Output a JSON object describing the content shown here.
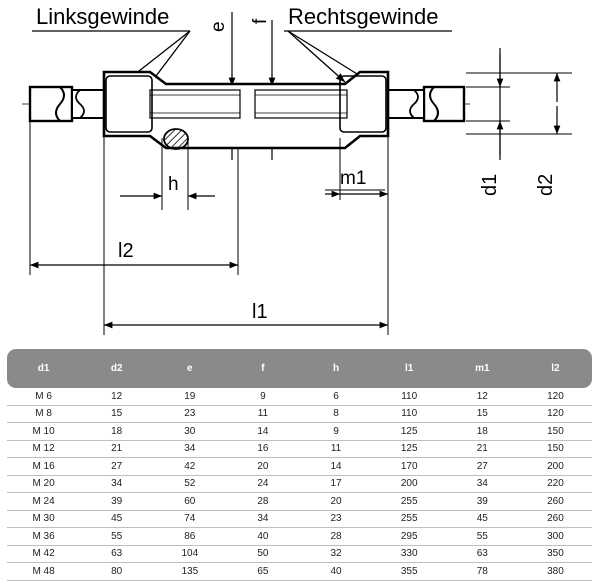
{
  "drawing": {
    "label_left_thread": "Linksgewinde",
    "label_right_thread": "Rechtsgewinde",
    "dim_e": "e",
    "dim_f": "f",
    "dim_h": "h",
    "dim_m1": "m1",
    "dim_l2": "l2",
    "dim_l1": "l1",
    "dim_d1": "d1",
    "dim_d2": "d2"
  },
  "table": {
    "headers": [
      "d1",
      "d2",
      "e",
      "f",
      "h",
      "l1",
      "m1",
      "l2"
    ],
    "rows": [
      [
        "M 6",
        "12",
        "19",
        "9",
        "6",
        "110",
        "12",
        "120"
      ],
      [
        "M 8",
        "15",
        "23",
        "11",
        "8",
        "110",
        "15",
        "120"
      ],
      [
        "M 10",
        "18",
        "30",
        "14",
        "9",
        "125",
        "18",
        "150"
      ],
      [
        "M 12",
        "21",
        "34",
        "16",
        "11",
        "125",
        "21",
        "150"
      ],
      [
        "M 16",
        "27",
        "42",
        "20",
        "14",
        "170",
        "27",
        "200"
      ],
      [
        "M 20",
        "34",
        "52",
        "24",
        "17",
        "200",
        "34",
        "220"
      ],
      [
        "M 24",
        "39",
        "60",
        "28",
        "20",
        "255",
        "39",
        "260"
      ],
      [
        "M 30",
        "45",
        "74",
        "34",
        "23",
        "255",
        "45",
        "260"
      ],
      [
        "M 36",
        "55",
        "86",
        "40",
        "28",
        "295",
        "55",
        "300"
      ],
      [
        "M 42",
        "63",
        "104",
        "50",
        "32",
        "330",
        "63",
        "350"
      ],
      [
        "M 48",
        "80",
        "135",
        "65",
        "40",
        "355",
        "78",
        "380"
      ]
    ]
  }
}
